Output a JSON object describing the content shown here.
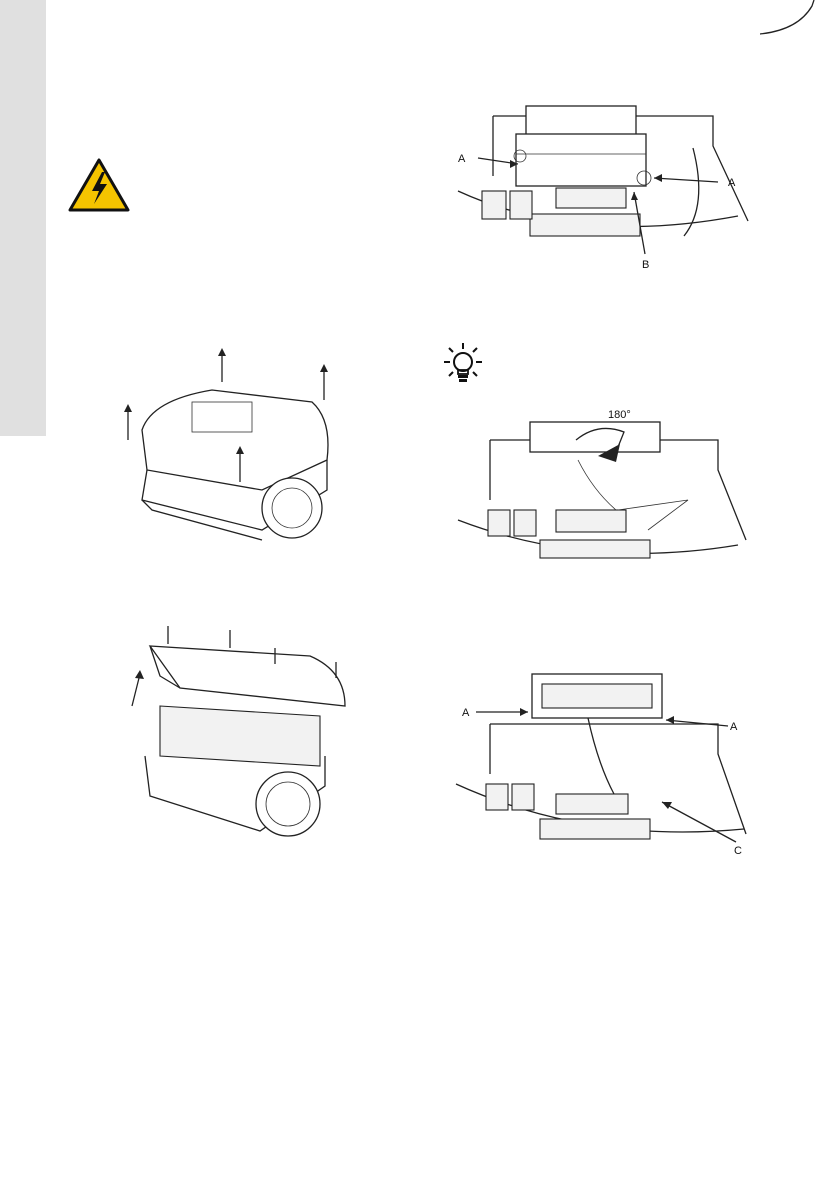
{
  "page": {
    "background": "#ffffff",
    "sidebar_color": "#e0e0e0"
  },
  "icons": {
    "warning": {
      "name": "electrical-warning-icon",
      "fill": "#f5c400",
      "stroke": "#111111"
    },
    "tip": {
      "name": "lightbulb-tip-icon",
      "color": "#111111"
    }
  },
  "figures": {
    "electronics_module": {
      "callouts": [
        "A",
        "A",
        "B"
      ]
    },
    "rotation": {
      "angle_label": "180°"
    },
    "cable_connection": {
      "callouts": [
        "A",
        "A",
        "C"
      ]
    }
  }
}
